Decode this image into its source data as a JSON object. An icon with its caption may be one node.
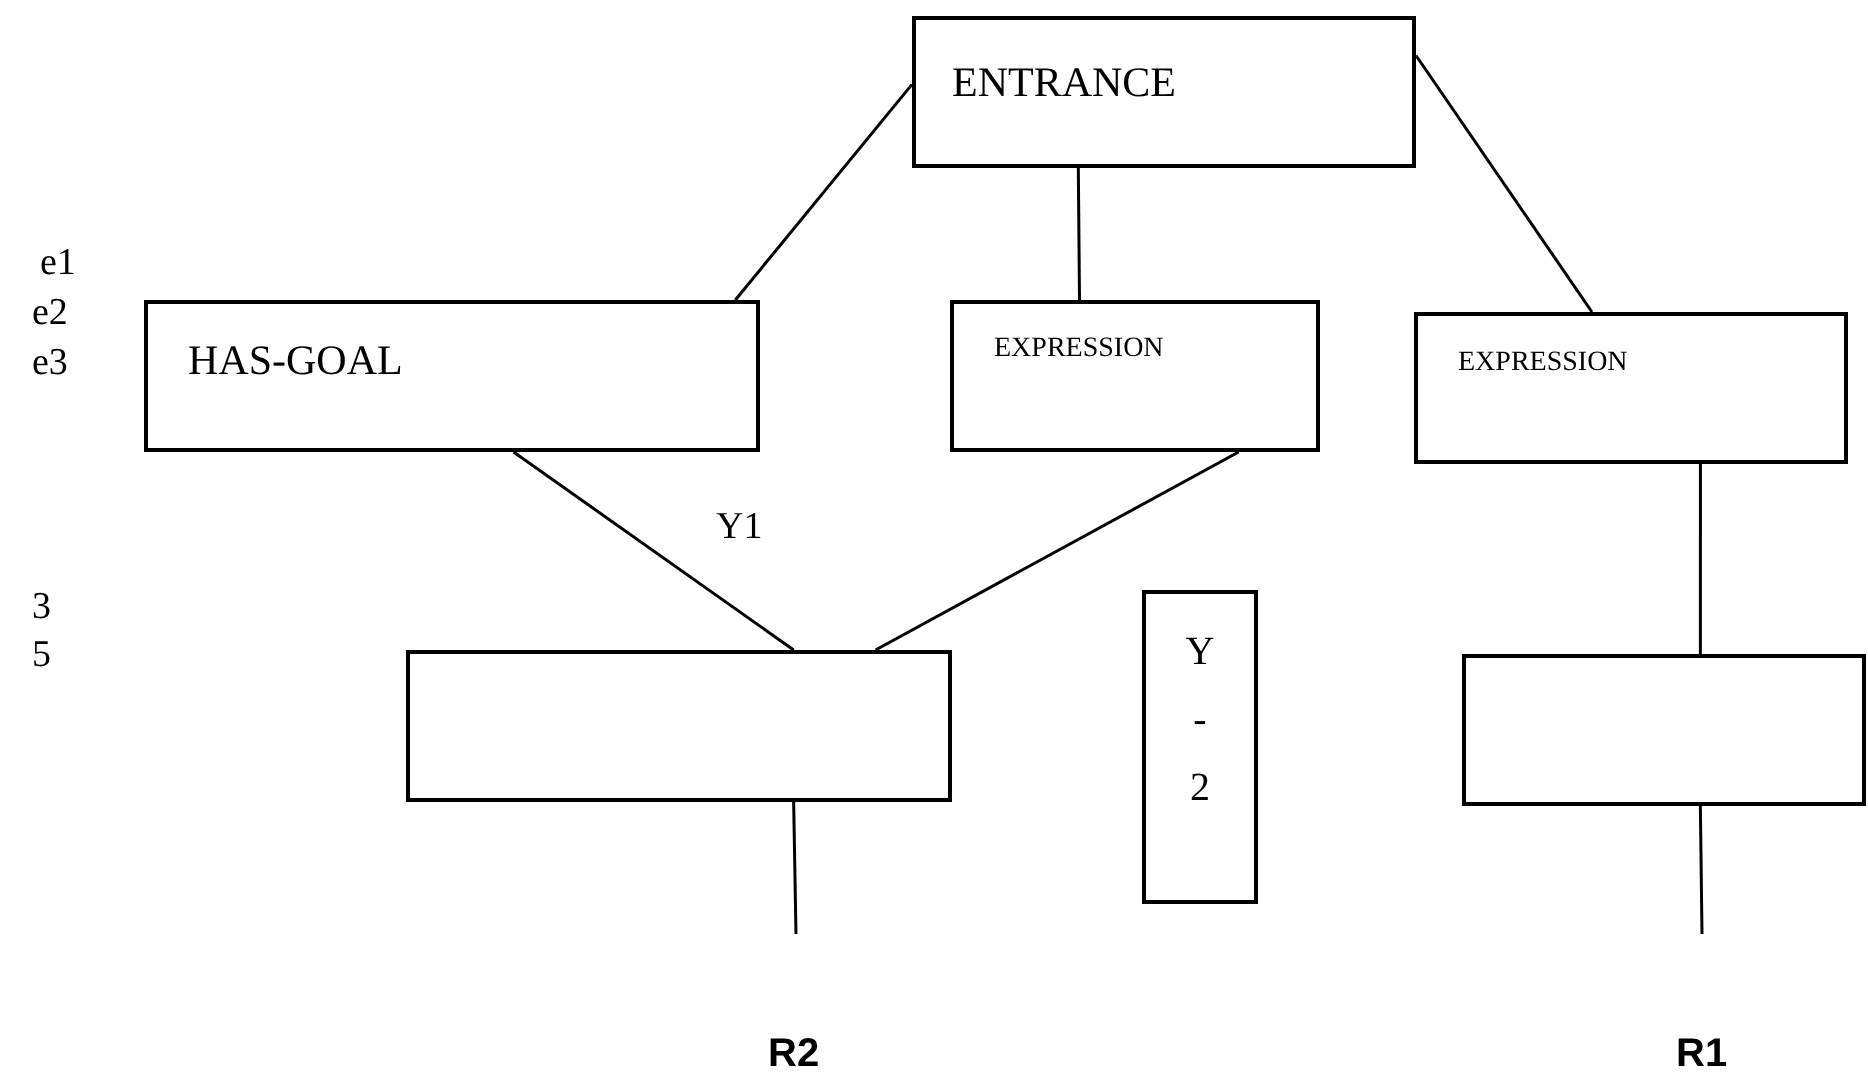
{
  "diagram": {
    "nodes": [
      {
        "text": [
          "ENTRANCE"
        ]
      },
      {
        "text": [
          "HAS-GOAL"
        ]
      },
      {
        "text": [
          "EXPRESSION"
        ]
      },
      {
        "text": [
          "EXPRESSION"
        ]
      },
      {
        "text": [],
        "shape": "box"
      },
      {
        "text": [
          "Y - 2"
        ]
      },
      {
        "text": [],
        "shape": "box"
      }
    ],
    "edges": [
      {
        "from": 0,
        "to": 1,
        "arrow": "none"
      },
      {
        "from": 0,
        "to": 2,
        "arrow": "none"
      },
      {
        "from": 0,
        "to": 3,
        "arrow": "none"
      },
      {
        "from": 1,
        "to": 4,
        "arrow": "none"
      },
      {
        "from": 2,
        "to": 4,
        "arrow": "none"
      },
      {
        "from": 3,
        "to": 6,
        "arrow": "none"
      },
      {
        "from": 4,
        "to": null,
        "arrow": "none"
      },
      {
        "from": 6,
        "to": null,
        "arrow": "none"
      }
    ],
    "labels": [
      "e1",
      "e2",
      "e3",
      "Y1",
      "3",
      "5",
      "R2",
      "R1"
    ]
  }
}
